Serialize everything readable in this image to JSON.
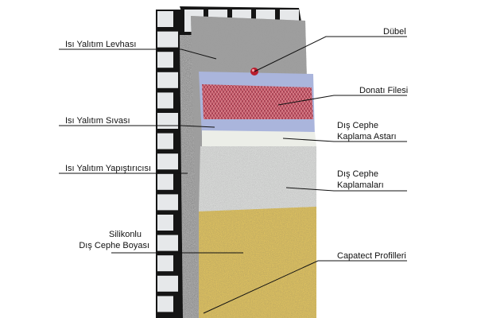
{
  "labels": {
    "isi_yalitim_levhasi": "Isı Yalıtım Levhası",
    "isi_yalitim_sivasi": "Isı Yalıtım Sıvası",
    "isi_yalitim_yapistiricisi": "Isı Yalıtım Yapıştırıcısı",
    "silikonlu_line1": "Silikonlu",
    "silikonlu_line2": "Dış Cephe Boyası",
    "dubel": "Dübel",
    "donati_filesi": "Donatı Filesi",
    "astar_line1": "Dış Cephe",
    "astar_line2": "Kaplama Astarı",
    "kaplama_line1": "Dış Cephe",
    "kaplama_line2": "Kaplamaları",
    "capatect": "Capatect Profilleri"
  },
  "colors": {
    "brick": "#e6e8ea",
    "mortar": "#151515",
    "foam": "#9c9c9c",
    "mesh": "#b0485c",
    "primer_blue": "#aab5dc",
    "primer_light": "#eceee8",
    "coat_white": "#dcdddc",
    "paint_yellow": "#dcc060",
    "dowel": "#b81e2e"
  }
}
